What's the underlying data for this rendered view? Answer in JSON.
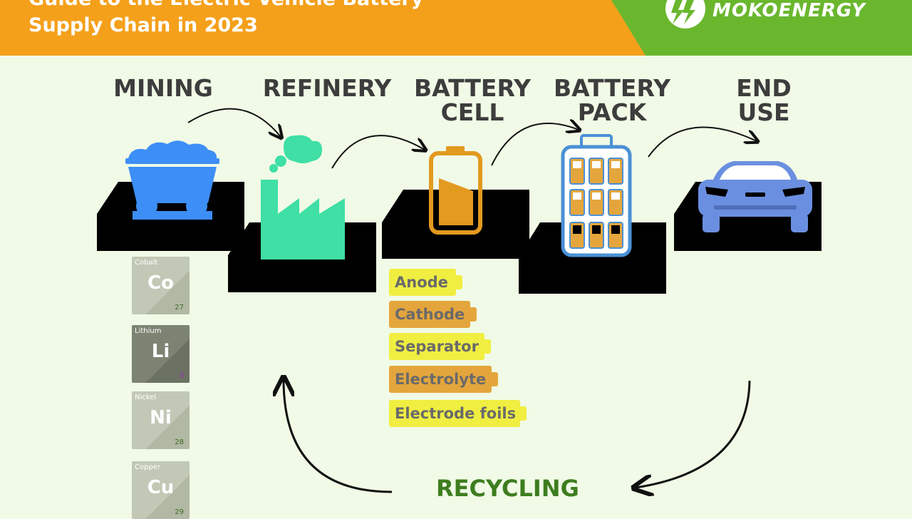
{
  "header": {
    "title_line1": "Guide to the Electric Vehicle Battery",
    "title_line2": "Supply Chain in 2023",
    "logo_text": "MOKOENERGY",
    "colors": {
      "orange": "#f4a01b",
      "green": "#6ab72e"
    }
  },
  "stages": [
    {
      "label": "MINING"
    },
    {
      "label": "REFINERY"
    },
    {
      "label": "BATTERY\nCELL"
    },
    {
      "label": "BATTERY\nPACK"
    },
    {
      "label": "END\nUSE"
    }
  ],
  "elements": [
    {
      "name": "Cobalt",
      "symbol": "Co",
      "number": "27"
    },
    {
      "name": "Lithium",
      "symbol": "Li",
      "number": "3"
    },
    {
      "name": "Nickel",
      "symbol": "Ni",
      "number": "28"
    },
    {
      "name": "Copper",
      "symbol": "Cu",
      "number": "29"
    }
  ],
  "components": [
    {
      "label": "Anode"
    },
    {
      "label": "Cathode"
    },
    {
      "label": "Separator"
    },
    {
      "label": "Electrolyte"
    },
    {
      "label": "Electrode foils"
    }
  ],
  "recycling_label": "RECYCLING",
  "icons": [
    "mine-cart-icon",
    "factory-icon",
    "battery-cell-icon",
    "battery-pack-icon",
    "car-icon",
    "lightning-logo-icon"
  ],
  "colors": {
    "platform": "#000000",
    "cart": "#3d8ef7",
    "factory": "#3fdfa5",
    "cell": "#e29a1f",
    "pack": "#4a90d6",
    "car": "#6b8fe0",
    "background": "#f0fae6"
  }
}
